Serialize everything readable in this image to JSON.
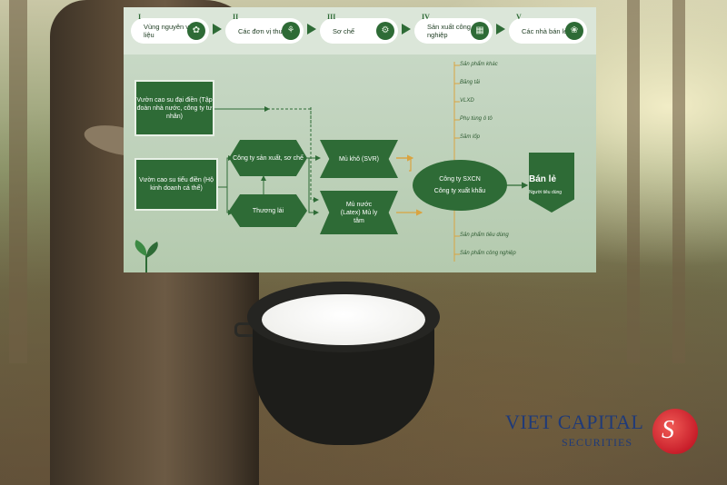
{
  "steps": [
    {
      "num": "I",
      "label": "Vùng nguyên vật liệu",
      "icon": "land-icon"
    },
    {
      "num": "II",
      "label": "Các đơn vị thu mua",
      "icon": "purchase-icon"
    },
    {
      "num": "III",
      "label": "Sơ chế",
      "icon": "processing-icon"
    },
    {
      "num": "IV",
      "label": "Sản xuất công nghiệp",
      "icon": "factory-icon"
    },
    {
      "num": "V",
      "label": "Các nhà bán lẻ",
      "icon": "retail-icon"
    }
  ],
  "nodes": {
    "representative_plantation": "Vườn cao su đại điền (Tập đoàn nhà nước, công ty tư nhân)",
    "smallholder_plantation": "Vườn cao su tiểu điền (Hộ kinh doanh cá thể)",
    "production_company": "Công ty sản xuất, sơ chế",
    "trader": "Thương lái",
    "dry_rubber": "Mủ khô (SVR)",
    "latex": "Mủ nước (Latex) Mủ ly tâm",
    "manufacturer": "Công ty SXCN",
    "exporter": "Công ty xuất khẩu",
    "retail_title": "Bán lẻ",
    "retail_sub": "Người tiêu dùng"
  },
  "products_top": [
    "Sản phẩm khác",
    "Băng tải",
    "VLXD",
    "Phụ tùng ô tô",
    "Săm lốp"
  ],
  "products_bottom": [
    "Sản phẩm tiêu dùng",
    "Sản phẩm công nghiệp"
  ],
  "logo": {
    "line1": "VIET CAPITAL",
    "line2": "SECURITIES",
    "emblem_letter": "S"
  },
  "colors": {
    "primary": "#2e6b36",
    "accent_arrow": "#d9a441",
    "logo_blue": "#1f3a78",
    "logo_red": "#c81e2a"
  }
}
